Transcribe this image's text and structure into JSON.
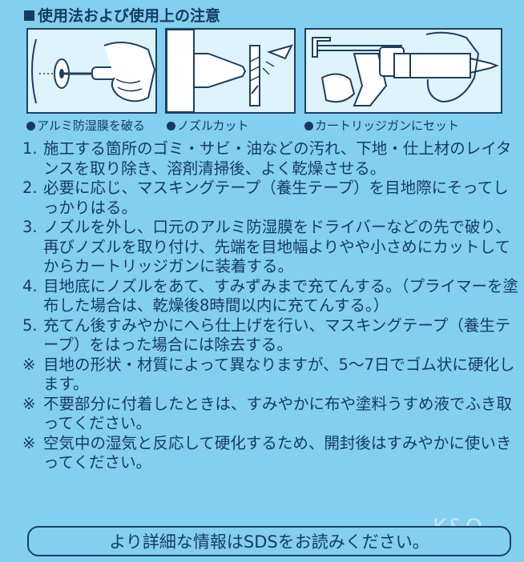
{
  "heading": "使用法および使用上の注意",
  "captions": [
    "アルミ防湿膜を破る",
    "ノズルカット",
    "カートリッジガンにセット"
  ],
  "steps": [
    {
      "num": "1.",
      "text": "施工する箇所のゴミ・サビ・油などの汚れ、下地・仕上材のレイタンスを取り除き、溶剤清掃後、よく乾燥させる。"
    },
    {
      "num": "2.",
      "text": "必要に応じ、マスキングテープ（養生テープ）を目地際にそってしっかりはる。"
    },
    {
      "num": "3.",
      "text": "ノズルを外し、口元のアルミ防湿膜をドライバーなどの先で破り、再びノズルを取り付け、先端を目地幅よりやや小さめにカットしてからカートリッジガンに装着する。"
    },
    {
      "num": "4.",
      "text": "目地底にノズルをあて、すみずみまで充てんする。（プライマーを塗布した場合は、乾燥後8時間以内に充てんする。）"
    },
    {
      "num": "5.",
      "text": "充てん後すみやかにへら仕上げを行い、マスキングテープ（養生テープ）をはった場合には除去する。"
    }
  ],
  "notes": [
    {
      "mark": "※",
      "text": "目地の形状・材質によって異なりますが、5〜7日でゴム状に硬化します。"
    },
    {
      "mark": "※",
      "text": "不要部分に付着したときは、すみやかに布や塗料うすめ液でふき取ってください。"
    },
    {
      "mark": "※",
      "text": "空気中の湿気と反応して硬化するため、開封後はすみやかに使いきってください。"
    }
  ],
  "footer": "より詳細な情報はSDSをお読みください。",
  "watermark": "K&O",
  "colors": {
    "background": "#82cff0",
    "text": "#173a5e",
    "panel": "#dff3fc"
  }
}
